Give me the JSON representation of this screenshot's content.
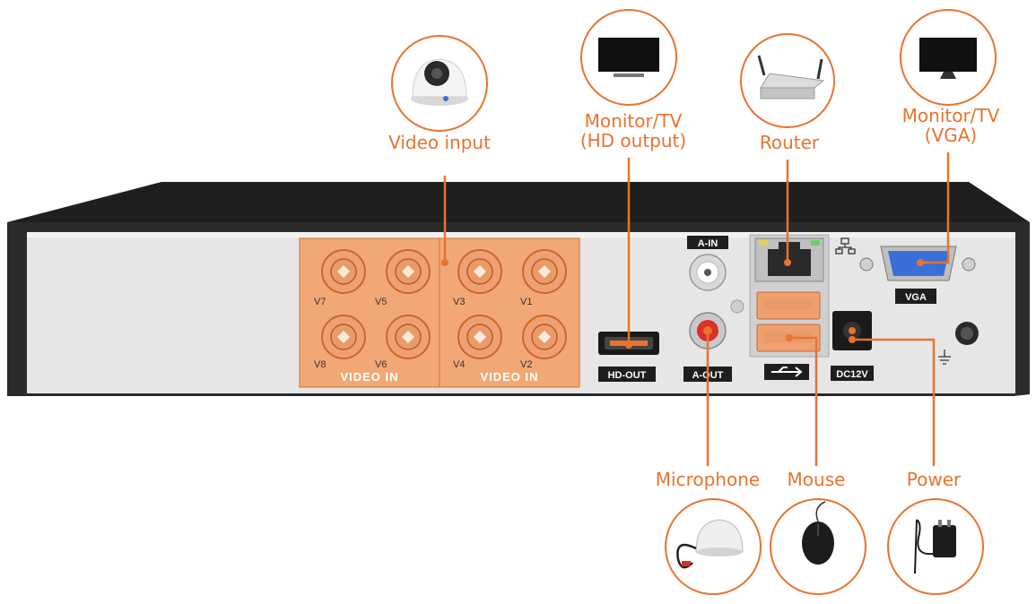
{
  "callouts": {
    "video_input": "Video input",
    "hd_output_line1": "Monitor/TV",
    "hd_output_line2": "(HD output)",
    "router": "Router",
    "vga_line1": "Monitor/TV",
    "vga_line2": "(VGA)",
    "microphone": "Microphone",
    "mouse": "Mouse",
    "power": "Power"
  },
  "panel_labels": {
    "video_in": "VIDEO IN",
    "a_in": "A-IN",
    "a_out": "A-OUT",
    "hd_out": "HD-OUT",
    "dc12v": "DC12V",
    "vga": "VGA"
  },
  "bnc_labels": [
    "V7",
    "V5",
    "V8",
    "V6",
    "V3",
    "V1",
    "V4",
    "V2"
  ],
  "icons": [
    "dome-camera-icon",
    "tv-icon",
    "router-icon",
    "monitor-icon",
    "microphone-icon",
    "mouse-icon",
    "power-adapter-icon"
  ],
  "colors": {
    "accent": "#e8732f",
    "port_highlight": "#f0a070",
    "panel": "#e2e2e2",
    "chassis": "#2e2e2e"
  }
}
